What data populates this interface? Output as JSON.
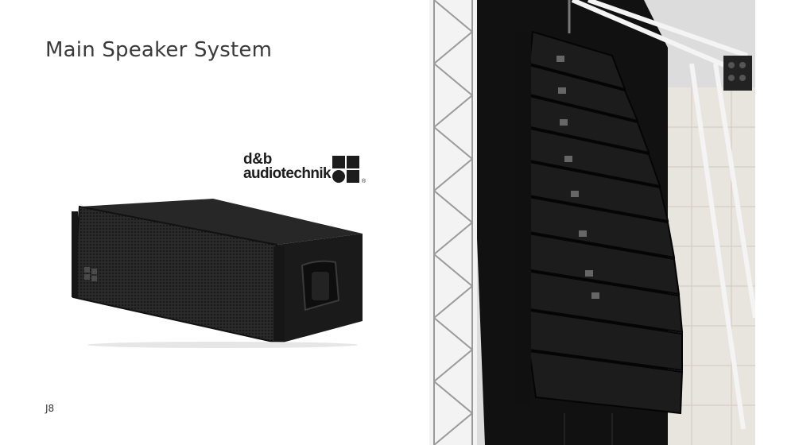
{
  "slide": {
    "title": "Main Speaker System",
    "caption": "J8"
  },
  "logo": {
    "line1": "d&b",
    "line2": "audiotechnik",
    "mark_icon": "four-squares-and-circle-icon",
    "registered_symbol": "®"
  },
  "colors": {
    "text": "#3a3a3a",
    "speaker_body": "#1e1e1e",
    "truss": "#f2f2f2",
    "drape": "#121212"
  }
}
